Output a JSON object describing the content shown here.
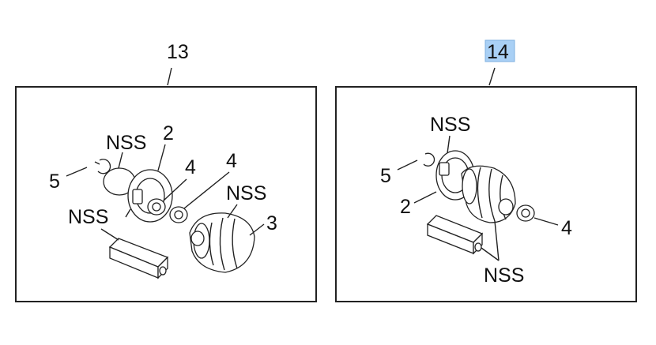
{
  "colors": {
    "highlight": "#a9d0f5",
    "line": "#222222"
  },
  "panels": [
    {
      "callout": "13",
      "labels": {
        "nss_ring": "NSS",
        "nss_boot": "NSS",
        "nss_tool": "NSS",
        "p2": "2",
        "p3": "3",
        "p4a": "4",
        "p4b": "4",
        "p5": "5"
      }
    },
    {
      "callout": "14",
      "callout_highlighted": true,
      "labels": {
        "nss_ring": "NSS",
        "nss_bottom": "NSS",
        "p2": "2",
        "p4": "4",
        "p5": "5"
      }
    }
  ]
}
